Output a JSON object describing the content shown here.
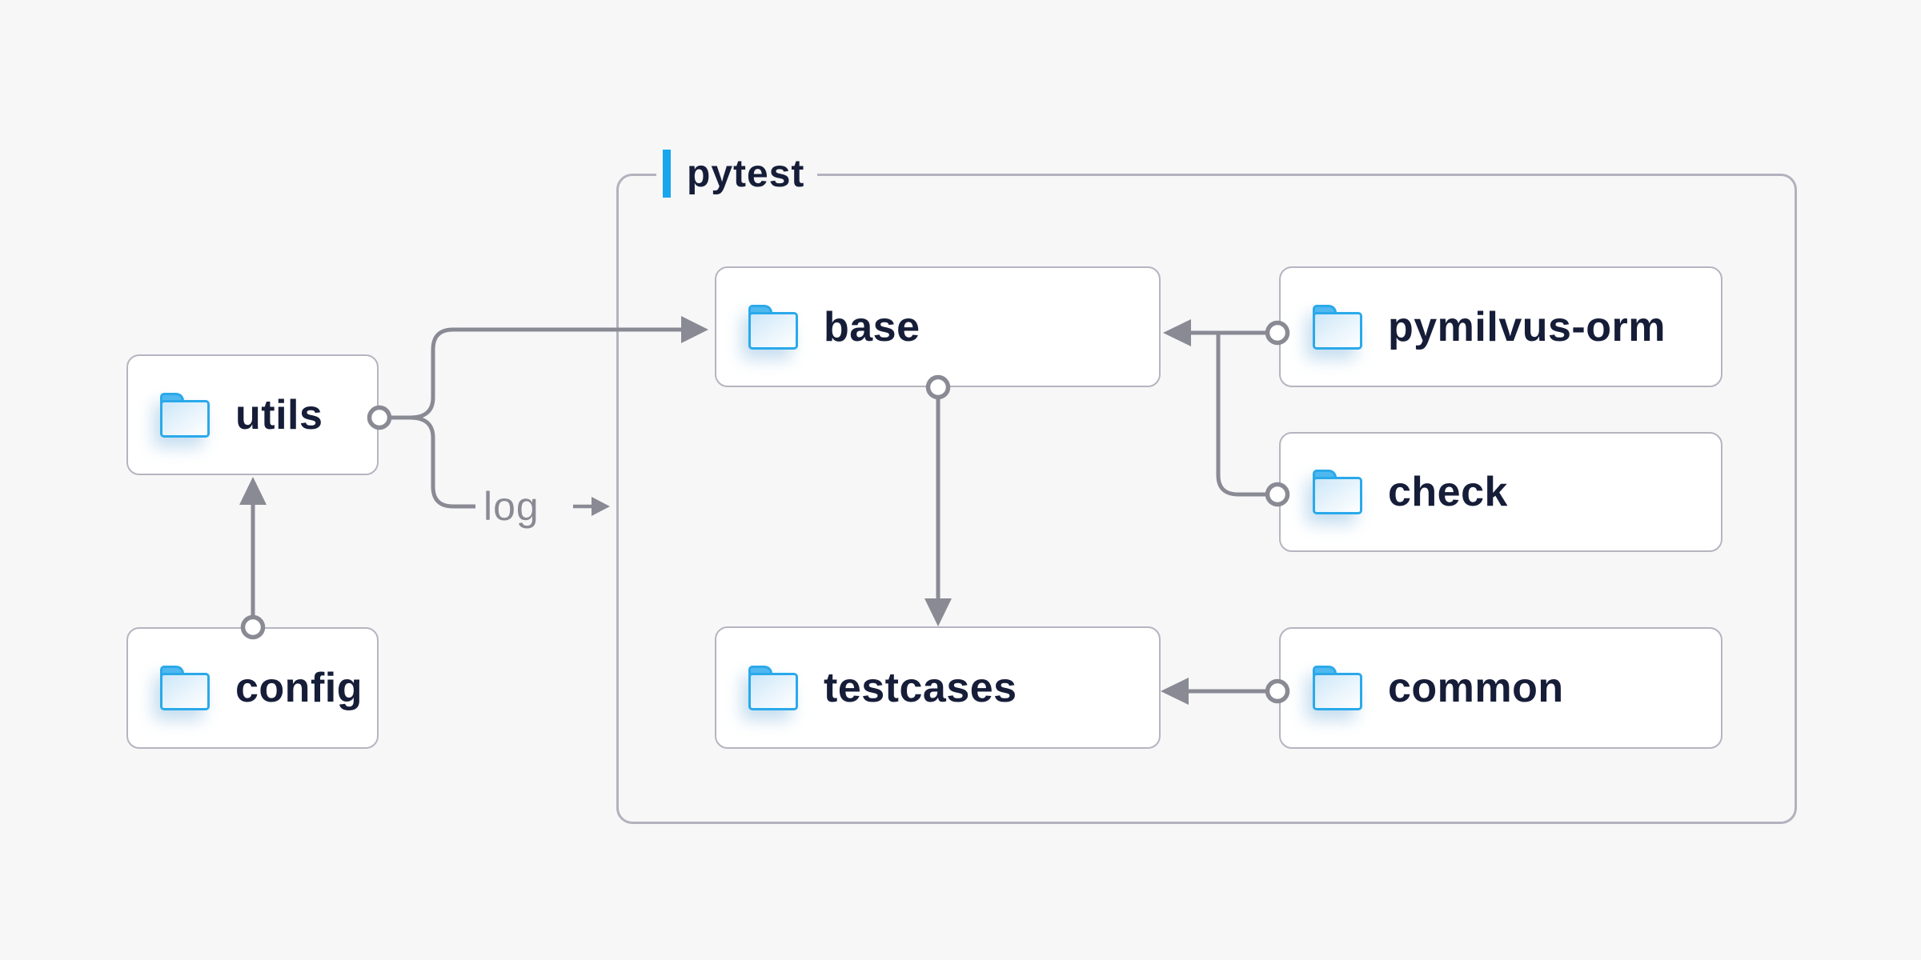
{
  "group": {
    "label": "pytest"
  },
  "nodes": {
    "utils": {
      "label": "utils",
      "icon": "folder-icon"
    },
    "config": {
      "label": "config",
      "icon": "folder-icon"
    },
    "base": {
      "label": "base",
      "icon": "folder-icon"
    },
    "testcases": {
      "label": "testcases",
      "icon": "folder-icon"
    },
    "pymilvus_orm": {
      "label": "pymilvus-orm",
      "icon": "folder-icon"
    },
    "check": {
      "label": "check",
      "icon": "folder-icon"
    },
    "common": {
      "label": "common",
      "icon": "folder-icon"
    }
  },
  "edges": {
    "log_label": "log",
    "connections": [
      "config -> utils",
      "utils -> base",
      "utils -> log",
      "base -> testcases",
      "pymilvus-orm -> base",
      "check -> base",
      "common -> testcases"
    ]
  },
  "colors": {
    "background": "#f7f7f8",
    "node_background": "#ffffff",
    "node_border": "#b5b5c0",
    "group_border": "#b2b2be",
    "connector_gray": "#8a8a94",
    "text_navy": "#161d38",
    "accent_blue": "#18a6ee",
    "folder_blue": "#2aa9ea"
  }
}
